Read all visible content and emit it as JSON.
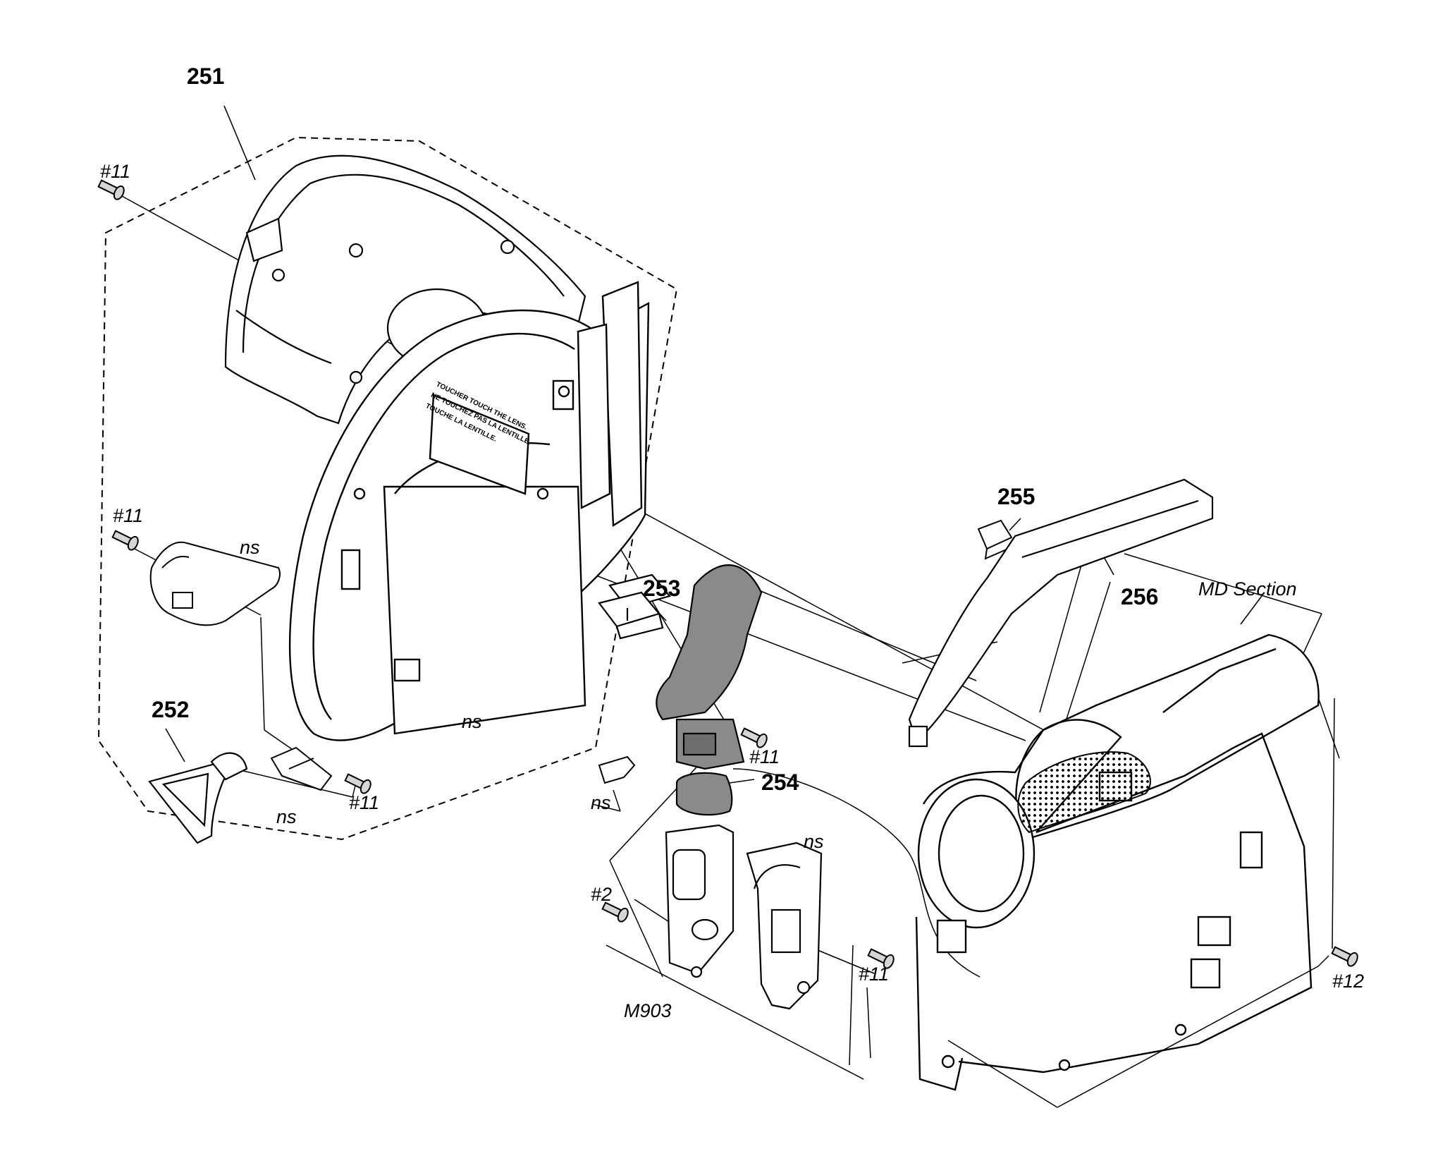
{
  "diagram": {
    "part_numbers": {
      "p251": "251",
      "p252": "252",
      "p253": "253",
      "p254": "254",
      "p255": "255",
      "p256": "256"
    },
    "screw_labels": {
      "s11_top": "#11",
      "s11_left": "#11",
      "s11_bracket": "#11",
      "s11_lower_left": "#11",
      "s11_lower_mid": "#11",
      "s2": "#2",
      "s12": "#12"
    },
    "ns_labels": {
      "ns_arm": "ns",
      "ns_cover": "ns",
      "ns_bracket": "ns",
      "ns_sheet": "ns",
      "ns_holder": "ns"
    },
    "motor_label": "M903",
    "section_label": "MD Section",
    "cover_warning_lines": [
      "TOUCHER TOUCH THE LENS.",
      "NE TOUCHEZ PAS LA LENTILLE.",
      "TOUCHE LA LENTILLE."
    ]
  }
}
